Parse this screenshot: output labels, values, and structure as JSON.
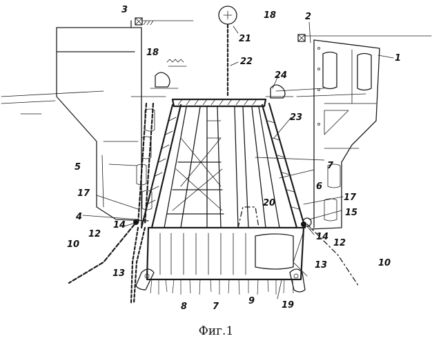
{
  "figure": {
    "caption": "Фиг.1",
    "reference_numerals": {
      "n1": "1",
      "n2": "2",
      "n3": "3",
      "n4": "4",
      "n5": "5",
      "n6": "6",
      "n7a": "7",
      "n7b": "7",
      "n8": "8",
      "n9": "9",
      "n10a": "10",
      "n10b": "10",
      "n12a": "12",
      "n12b": "12",
      "n13a": "13",
      "n13b": "13",
      "n14a": "14",
      "n14b": "14",
      "n15": "15",
      "n17a": "17",
      "n17b": "17",
      "n18a": "18",
      "n18b": "18",
      "n19": "19",
      "n20": "20",
      "n21": "21",
      "n22": "22",
      "n23": "23",
      "n24": "24"
    }
  }
}
